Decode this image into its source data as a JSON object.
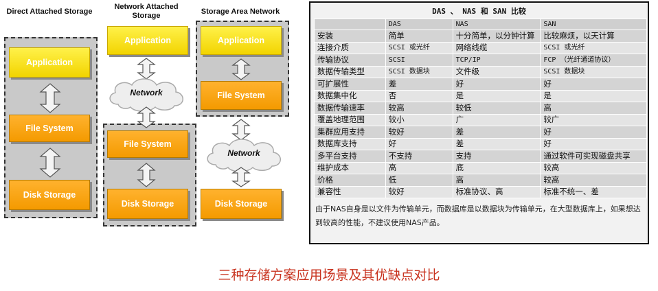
{
  "diagram": {
    "das_title": "Direct Attached Storage",
    "nas_title": "Network Attached Storage",
    "san_title": "Storage Area Network",
    "application": "Application",
    "file_system": "File System",
    "disk_storage": "Disk Storage",
    "network": "Network",
    "colors": {
      "app_yellow": "#f8e218",
      "block_orange": "#f7a21c",
      "dashed_bg": "#c9c9c9"
    }
  },
  "table": {
    "title": "DAS 、 NAS 和 SAN 比较",
    "headers": [
      "",
      "DAS",
      "NAS",
      "SAN"
    ],
    "rows": [
      [
        "安装",
        "简单",
        "十分简单，以分钟计算",
        "比较麻烦，以天计算"
      ],
      [
        "连接介质",
        "SCSI 或光纤",
        "网络线缆",
        "SCSI 或光纤"
      ],
      [
        "传输协议",
        "SCSI",
        "TCP/IP",
        "FCP （光纤通道协议）"
      ],
      [
        "数据传输类型",
        "SCSI 数据块",
        "文件级",
        "SCSI 数据块"
      ],
      [
        "可扩展性",
        "差",
        "好",
        "好"
      ],
      [
        "数据集中化",
        "否",
        "是",
        "是"
      ],
      [
        "数据传输速率",
        "较高",
        "较低",
        "高"
      ],
      [
        "覆盖地理范围",
        "较小",
        "广",
        "较广"
      ],
      [
        "集群应用支持",
        "较好",
        "差",
        "好"
      ],
      [
        "数据库支持",
        "好",
        "差",
        "好"
      ],
      [
        "多平台支持",
        "不支持",
        "支持",
        "通过软件可实现磁盘共享"
      ],
      [
        "维护成本",
        "高",
        "底",
        "较高"
      ],
      [
        "价格",
        "低",
        "高",
        "较高"
      ],
      [
        "兼容性",
        "较好",
        "标准协议、高",
        "标准不统一、差"
      ]
    ],
    "note": "由于NAS自身是以文件为传输单元，而数据库是以数据块为传输单元，在大型数据库上，如果想达到较高的性能，不建议使用NAS产品。"
  },
  "caption": "三种存储方案应用场景及其优缺点对比"
}
